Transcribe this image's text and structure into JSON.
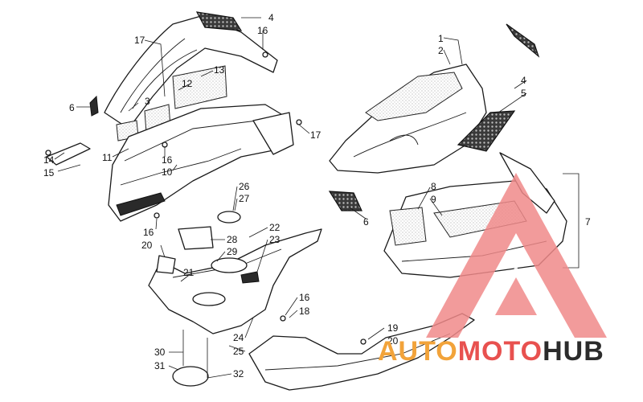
{
  "callouts": [
    {
      "id": "c1",
      "text": "1"
    },
    {
      "id": "c2",
      "text": "2"
    },
    {
      "id": "c3",
      "text": "3"
    },
    {
      "id": "c4a",
      "text": "4"
    },
    {
      "id": "c4b",
      "text": "4"
    },
    {
      "id": "c5",
      "text": "5"
    },
    {
      "id": "c6a",
      "text": "6"
    },
    {
      "id": "c6b",
      "text": "6"
    },
    {
      "id": "c7",
      "text": "7"
    },
    {
      "id": "c8",
      "text": "8"
    },
    {
      "id": "c9",
      "text": "9"
    },
    {
      "id": "c10",
      "text": "10"
    },
    {
      "id": "c11",
      "text": "11"
    },
    {
      "id": "c12",
      "text": "12"
    },
    {
      "id": "c13",
      "text": "13"
    },
    {
      "id": "c14",
      "text": "14"
    },
    {
      "id": "c15",
      "text": "15"
    },
    {
      "id": "c16a",
      "text": "16"
    },
    {
      "id": "c16b",
      "text": "16"
    },
    {
      "id": "c16c",
      "text": "16"
    },
    {
      "id": "c16d",
      "text": "16"
    },
    {
      "id": "c17a",
      "text": "17"
    },
    {
      "id": "c17b",
      "text": "17"
    },
    {
      "id": "c18",
      "text": "18"
    },
    {
      "id": "c19",
      "text": "19"
    },
    {
      "id": "c20a",
      "text": "20"
    },
    {
      "id": "c20b",
      "text": "20"
    },
    {
      "id": "c21",
      "text": "21"
    },
    {
      "id": "c22",
      "text": "22"
    },
    {
      "id": "c23",
      "text": "23"
    },
    {
      "id": "c24",
      "text": "24"
    },
    {
      "id": "c25",
      "text": "25"
    },
    {
      "id": "c26",
      "text": "26"
    },
    {
      "id": "c27",
      "text": "27"
    },
    {
      "id": "c28",
      "text": "28"
    },
    {
      "id": "c29",
      "text": "29"
    },
    {
      "id": "c30",
      "text": "30"
    },
    {
      "id": "c31",
      "text": "31"
    },
    {
      "id": "c32",
      "text": "32"
    }
  ],
  "watermark": {
    "part1": "AUTO",
    "part2": "MOTO",
    "part3": "HUB",
    "colors": {
      "auto": "#f2a33a",
      "moto": "#e8514f",
      "hub": "#2b2b2b",
      "triangle": "#f08a8a"
    }
  }
}
